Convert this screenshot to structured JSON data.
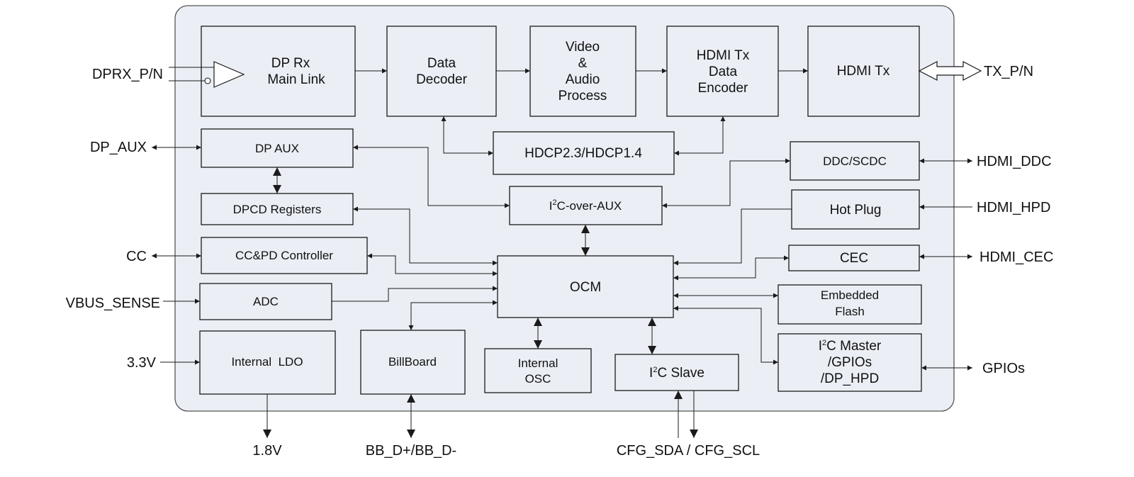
{
  "blocks": {
    "dp_rx": [
      "DP Rx",
      "Main Link"
    ],
    "data_decoder": [
      "Data",
      "Decoder"
    ],
    "video_audio": [
      "Video",
      "&",
      "Audio",
      "Process"
    ],
    "hdmi_tx_encoder": [
      "HDMI Tx",
      "Data",
      "Encoder"
    ],
    "hdmi_tx": "HDMI Tx",
    "dp_aux": "DP AUX",
    "hdcp": "HDCP2.3/HDCP1.4",
    "ddc_scdc": "DDC/SCDC",
    "dpcd": "DPCD Registers",
    "i2c_over_aux": {
      "pre": "I",
      "sup": "2",
      "post": "C-over-AUX"
    },
    "hot_plug": "Hot Plug",
    "ccpd": "CC&PD Controller",
    "ocm": "OCM",
    "cec": "CEC",
    "adc": "ADC",
    "flash": [
      "Embedded",
      "Flash"
    ],
    "ldo": "Internal  LDO",
    "billboard": "BillBoard",
    "osc": [
      "Internal",
      "OSC"
    ],
    "i2c_slave": {
      "pre": "I",
      "sup": "2",
      "post": "C Slave"
    },
    "i2c_master": {
      "pre": "I",
      "sup": "2",
      "post": "C Master",
      "line2": "/GPIOs",
      "line3": "/DP_HPD"
    }
  },
  "pins": {
    "dprx": "DPRX_P/N",
    "dp_aux": "DP_AUX",
    "cc": "CC",
    "vbus": "VBUS_SENSE",
    "v33": "3.3V",
    "v18": "1.8V",
    "bb": "BB_D+/BB_D-",
    "cfg": "CFG_SDA / CFG_SCL",
    "tx": "TX_P/N",
    "hdmi_ddc": "HDMI_DDC",
    "hdmi_hpd": "HDMI_HPD",
    "hdmi_cec": "HDMI_CEC",
    "gpios": "GPIOs"
  }
}
